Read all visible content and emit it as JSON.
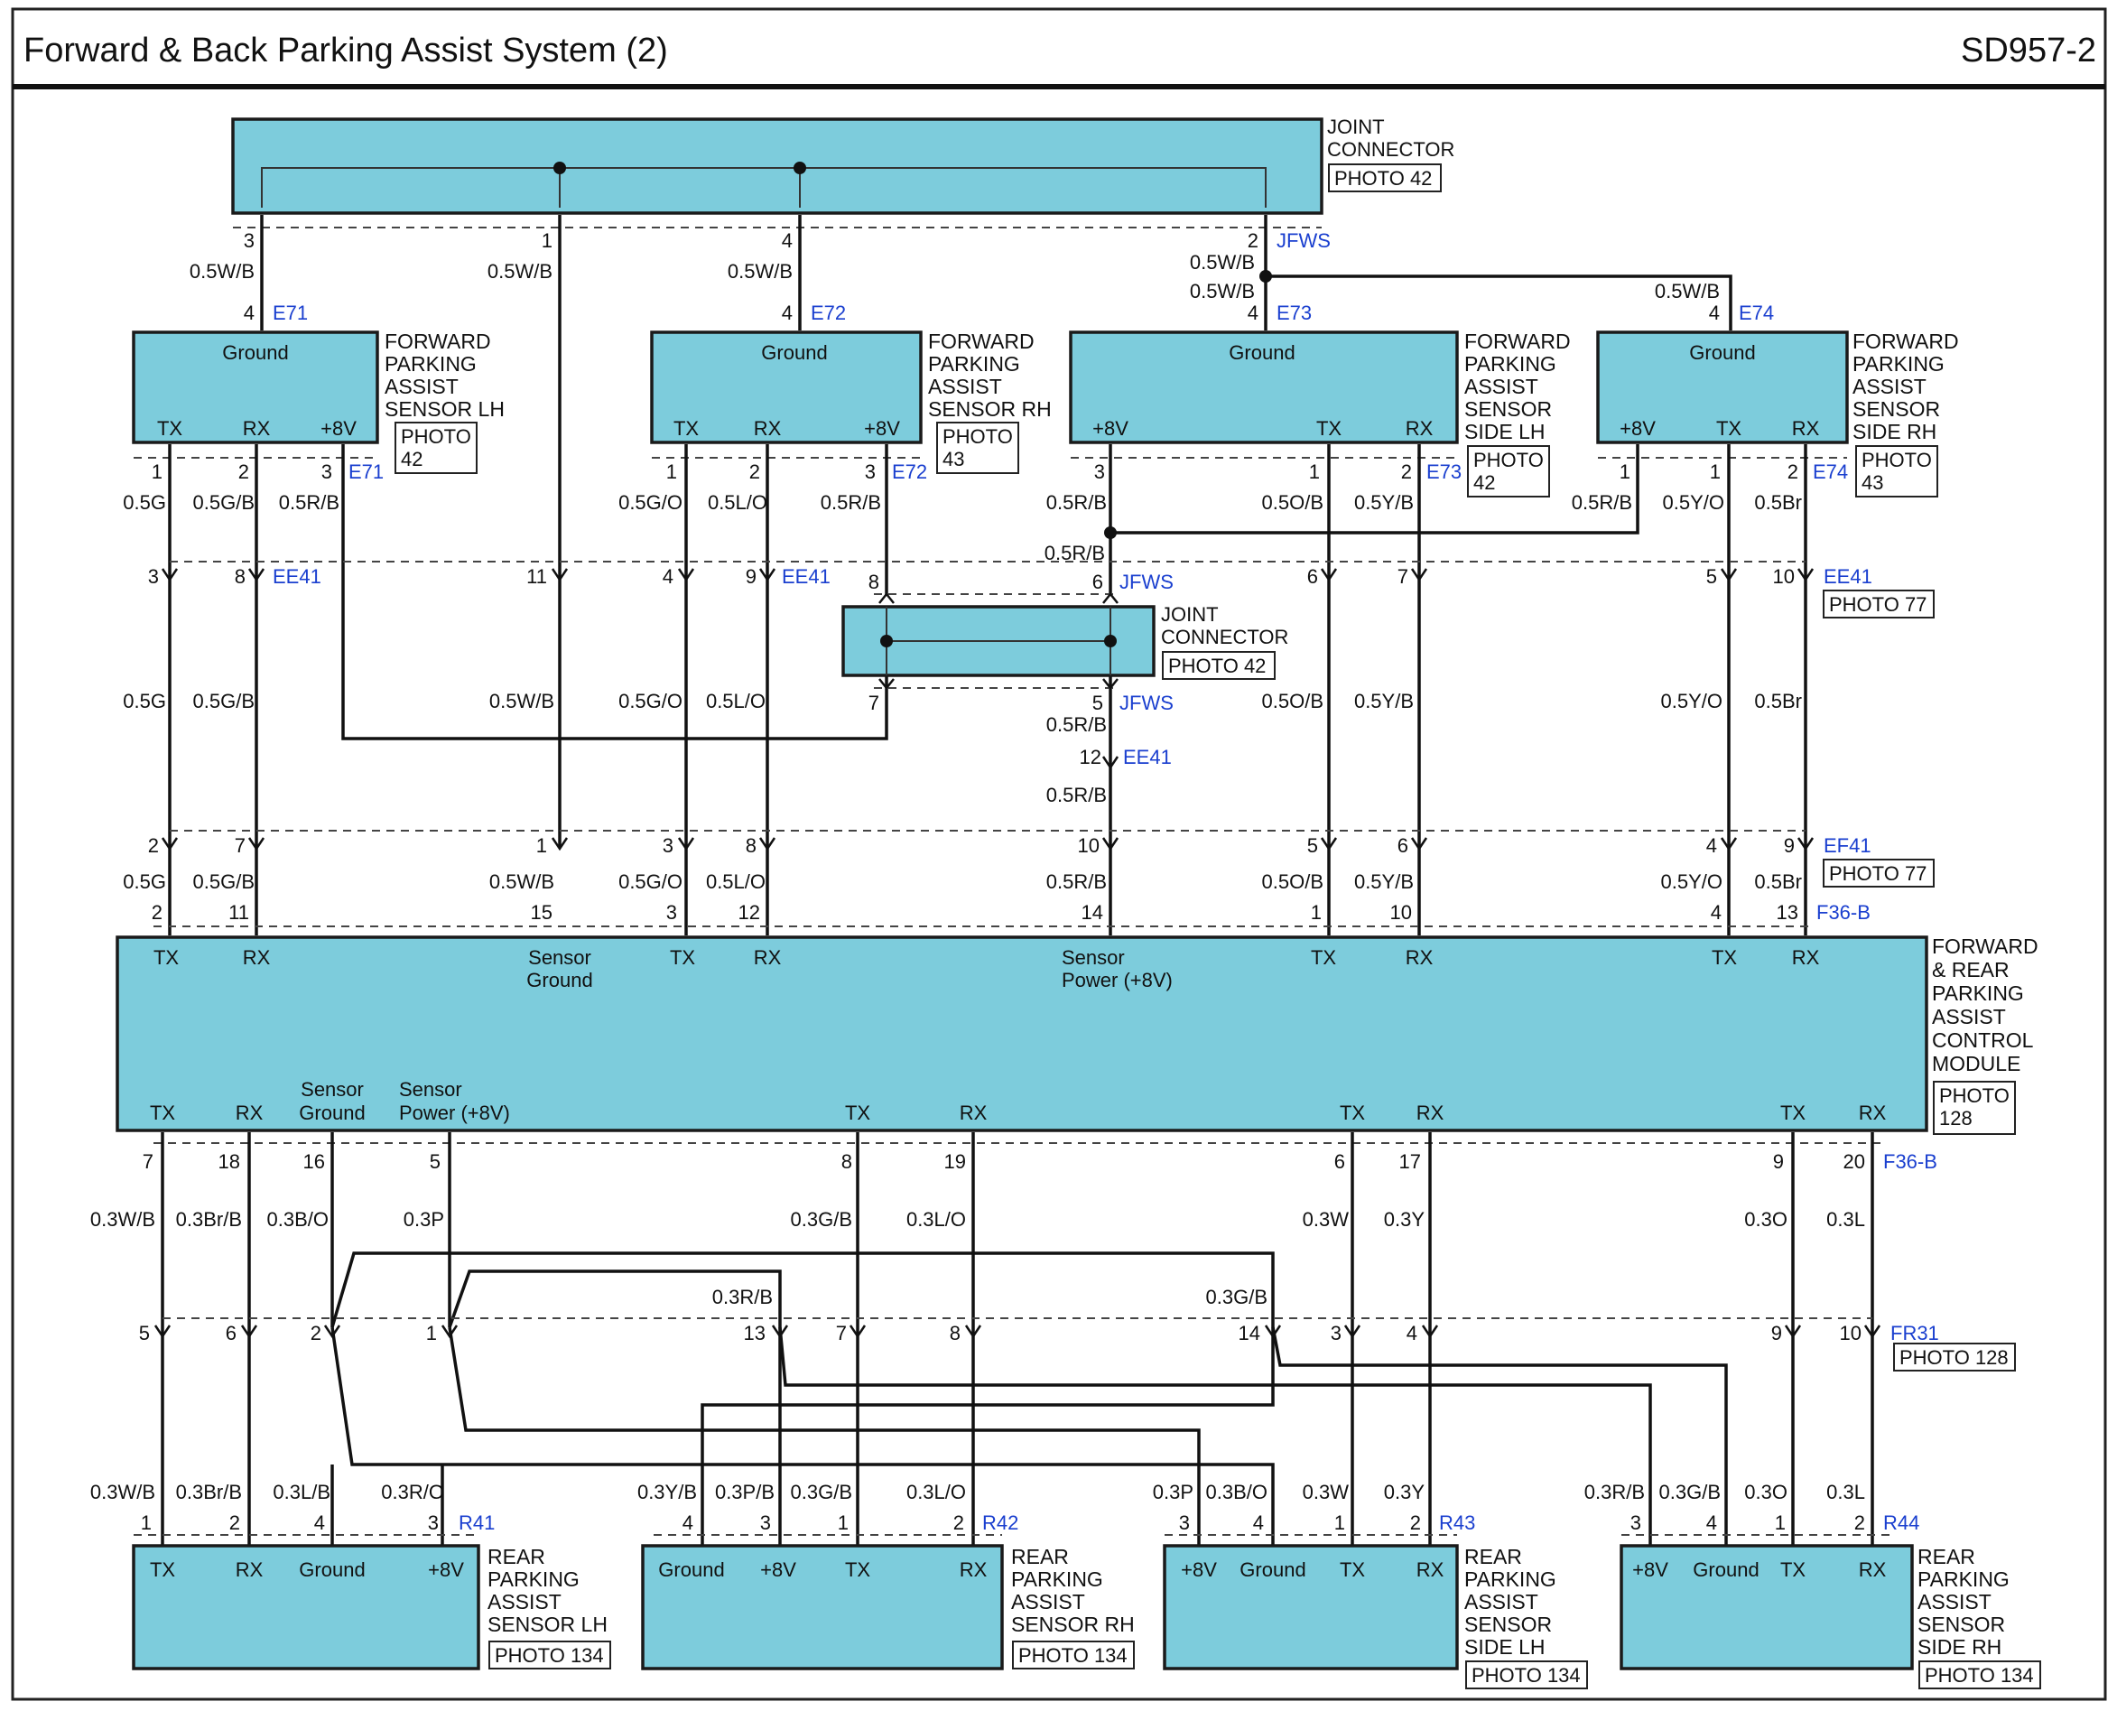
{
  "header": {
    "title": "Forward & Back Parking Assist System (2)",
    "code": "SD957-2"
  },
  "joint_connector_top": {
    "name_lines": [
      "JOINT",
      "CONNECTOR"
    ],
    "photo": "PHOTO 42",
    "pins": [
      "3",
      "1",
      "4",
      "2"
    ],
    "code": "JFWS"
  },
  "top_wires": {
    "w3": "0.5W/B",
    "w1": "0.5W/B",
    "w4": "0.5W/B",
    "w2a": "0.5W/B",
    "w2b": "0.5W/B",
    "e74": "0.5W/B"
  },
  "sensors_front": [
    {
      "key": "flh",
      "name_lines": [
        "FORWARD",
        "PARKING",
        "ASSIST",
        "SENSOR LH"
      ],
      "photo_lines": [
        "PHOTO",
        "42"
      ],
      "ground": "Ground",
      "pins": [
        "TX",
        "RX",
        "+8V"
      ],
      "code": "E71",
      "gpin": "4",
      "pnums": [
        "1",
        "2",
        "3"
      ],
      "wires": [
        "0.5G",
        "0.5G/B",
        "0.5R/B"
      ]
    },
    {
      "key": "frh",
      "name_lines": [
        "FORWARD",
        "PARKING",
        "ASSIST",
        "SENSOR RH"
      ],
      "photo_lines": [
        "PHOTO",
        "43"
      ],
      "ground": "Ground",
      "pins": [
        "TX",
        "RX",
        "+8V"
      ],
      "code": "E72",
      "gpin": "4",
      "pnums": [
        "1",
        "2",
        "3"
      ],
      "wires": [
        "0.5G/O",
        "0.5L/O",
        "0.5R/B"
      ]
    },
    {
      "key": "fslh",
      "name_lines": [
        "FORWARD",
        "PARKING",
        "ASSIST",
        "SENSOR",
        "SIDE LH"
      ],
      "photo_lines": [
        "PHOTO",
        "42"
      ],
      "ground": "Ground",
      "pins": [
        "+8V",
        "TX",
        "RX"
      ],
      "code": "E73",
      "gpin": "4",
      "pnums": [
        "3",
        "1",
        "2"
      ],
      "wires": [
        "0.5R/B",
        "0.5O/B",
        "0.5Y/B"
      ]
    },
    {
      "key": "fsrh",
      "name_lines": [
        "FORWARD",
        "PARKING",
        "ASSIST",
        "SENSOR",
        "SIDE RH"
      ],
      "photo_lines": [
        "PHOTO",
        "43"
      ],
      "ground": "Ground",
      "pins": [
        "+8V",
        "TX",
        "RX"
      ],
      "code": "E74",
      "gpin": "4",
      "pnums": [
        "1",
        "1",
        "2"
      ],
      "wires": [
        "0.5R/B",
        "0.5Y/O",
        "0.5Br"
      ]
    }
  ],
  "rb_wire": "0.5R/B",
  "ee41": {
    "code": "EE41",
    "photo": "PHOTO 77",
    "pins": [
      "3",
      "8",
      "11",
      "4",
      "9",
      "6",
      "7",
      "5",
      "10"
    ],
    "pin12": "12"
  },
  "joint_connector_mid": {
    "name_lines": [
      "JOINT",
      "CONNECTOR"
    ],
    "photo": "PHOTO 42",
    "code": "JFWS",
    "pins": [
      "8",
      "6",
      "7",
      "5"
    ]
  },
  "mid_wires": [
    "0.5G",
    "0.5G/B",
    "0.5W/B",
    "0.5G/O",
    "0.5L/O",
    "0.5O/B",
    "0.5Y/B",
    "0.5Y/O",
    "0.5Br",
    "0.5R/B",
    "0.5R/B"
  ],
  "ef41": {
    "code": "EF41",
    "photo": "PHOTO 77",
    "pins": [
      "2",
      "7",
      "1",
      "3",
      "8",
      "10",
      "5",
      "6",
      "4",
      "9"
    ]
  },
  "low_wires": [
    "0.5G",
    "0.5G/B",
    "0.5W/B",
    "0.5G/O",
    "0.5L/O",
    "0.5R/B",
    "0.5O/B",
    "0.5Y/B",
    "0.5Y/O",
    "0.5Br"
  ],
  "f36b_top": {
    "code": "F36-B",
    "pins": [
      "2",
      "11",
      "15",
      "3",
      "12",
      "14",
      "1",
      "10",
      "4",
      "13"
    ]
  },
  "module": {
    "name_lines": [
      "FORWARD",
      "& REAR",
      "PARKING",
      "ASSIST",
      "CONTROL",
      "MODULE"
    ],
    "photo_lines": [
      "PHOTO",
      "128"
    ],
    "top_labels": [
      "TX",
      "RX",
      "Sensor",
      "Ground",
      "TX",
      "RX",
      "Sensor",
      "Power (+8V)",
      "TX",
      "RX",
      "TX",
      "RX"
    ],
    "bottom_labels": [
      "TX",
      "RX",
      "Sensor",
      "Ground",
      "Sensor",
      "Power (+8V)",
      "TX",
      "RX",
      "TX",
      "RX",
      "TX",
      "RX"
    ]
  },
  "f36b_bottom": {
    "code": "F36-B",
    "pins": [
      "7",
      "18",
      "16",
      "5",
      "8",
      "19",
      "6",
      "17",
      "9",
      "20"
    ]
  },
  "rear_wires_top": [
    "0.3W/B",
    "0.3Br/B",
    "0.3B/O",
    "0.3P",
    "0.3G/B",
    "0.3L/O",
    "0.3W",
    "0.3Y",
    "0.3O",
    "0.3L"
  ],
  "cross_labels": [
    "0.3R/B",
    "0.3G/B"
  ],
  "fr31": {
    "code": "FR31",
    "photo": "PHOTO 128",
    "pins": [
      "5",
      "6",
      "2",
      "1",
      "13",
      "7",
      "8",
      "14",
      "3",
      "4",
      "9",
      "10"
    ]
  },
  "rear_wires_bottom": [
    "0.3W/B",
    "0.3Br/B",
    "0.3L/B",
    "0.3R/O",
    "0.3Y/B",
    "0.3P/B",
    "0.3G/B",
    "0.3L/O",
    "0.3P",
    "0.3B/O",
    "0.3W",
    "0.3Y",
    "0.3R/B",
    "0.3G/B",
    "0.3O",
    "0.3L"
  ],
  "sensors_rear": [
    {
      "key": "rlh",
      "name_lines": [
        "REAR",
        "PARKING",
        "ASSIST",
        "SENSOR LH"
      ],
      "photo": "PHOTO 134",
      "pins": [
        "TX",
        "RX",
        "Ground",
        "+8V"
      ],
      "pnums": [
        "1",
        "2",
        "4",
        "3"
      ],
      "code": "R41"
    },
    {
      "key": "rrh",
      "name_lines": [
        "REAR",
        "PARKING",
        "ASSIST",
        "SENSOR RH"
      ],
      "photo": "PHOTO 134",
      "pins": [
        "Ground",
        "+8V",
        "TX",
        "RX"
      ],
      "pnums": [
        "4",
        "3",
        "1",
        "2"
      ],
      "code": "R42"
    },
    {
      "key": "rslh",
      "name_lines": [
        "REAR",
        "PARKING",
        "ASSIST",
        "SENSOR",
        "SIDE LH"
      ],
      "photo": "PHOTO 134",
      "pins": [
        "+8V",
        "Ground",
        "TX",
        "RX"
      ],
      "pnums": [
        "3",
        "4",
        "1",
        "2"
      ],
      "code": "R43"
    },
    {
      "key": "rsrh",
      "name_lines": [
        "REAR",
        "PARKING",
        "ASSIST",
        "SENSOR",
        "SIDE RH"
      ],
      "photo": "PHOTO 134",
      "pins": [
        "+8V",
        "Ground",
        "TX",
        "RX"
      ],
      "pnums": [
        "3",
        "4",
        "1",
        "2"
      ],
      "code": "R44"
    }
  ]
}
